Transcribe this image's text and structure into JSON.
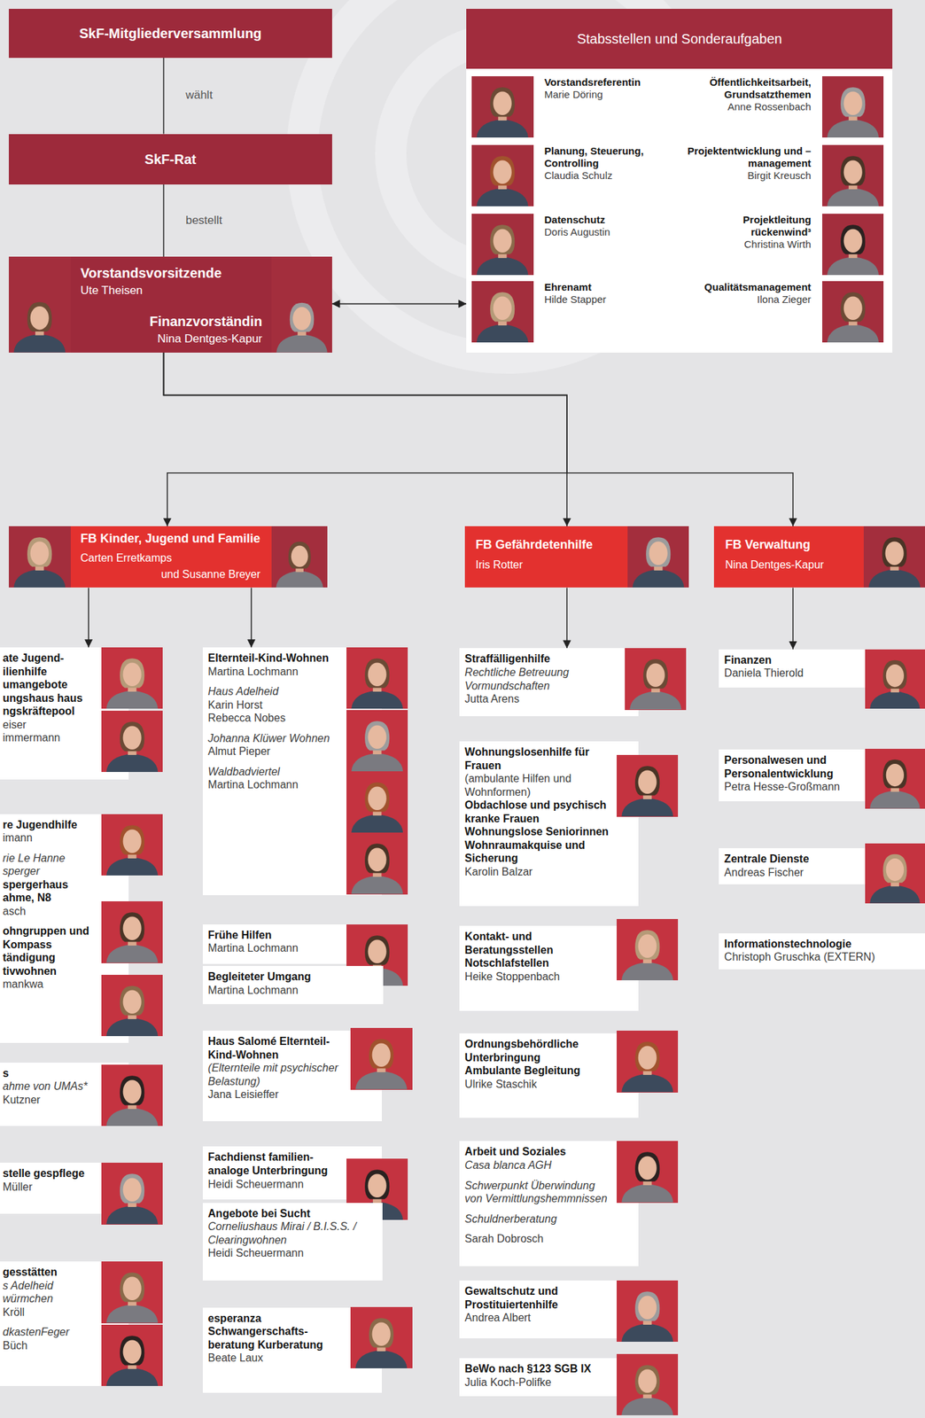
{
  "diagram": {
    "nodes": [
      {
        "text": [
          "SkF-Mitgliederversammlung"
        ]
      },
      {
        "text": [
          "SkF-Rat"
        ]
      },
      {
        "text": [
          "Vorstandsvorsitzende",
          "Ute Theisen",
          "Finanzvorständin",
          "Nina Dentges-Kapur"
        ]
      },
      {
        "text": [
          "Stabsstellen und Sonderaufgaben"
        ]
      },
      {
        "text": [
          "Vorstandsreferentin",
          "Marie Döring"
        ],
        "in": 3
      },
      {
        "text": [
          "Öffentlichkeitsarbeit, Grundsatzthemen",
          "Anne Rossenbach"
        ],
        "in": 3
      },
      {
        "text": [
          "Planung, Steuerung, Controlling",
          "Claudia Schulz"
        ],
        "in": 3
      },
      {
        "text": [
          "Projektentwicklung und –management",
          "Birgit Kreusch"
        ],
        "in": 3
      },
      {
        "text": [
          "Datenschutz",
          "Doris Augustin"
        ],
        "in": 3
      },
      {
        "text": [
          "Projektleitung rückenwind³",
          "Christina Wirth"
        ],
        "in": 3
      },
      {
        "text": [
          "Ehrenamt",
          "Hilde Stapper"
        ],
        "in": 3
      },
      {
        "text": [
          "Qualitätsmanagement",
          "Ilona Zieger"
        ],
        "in": 3
      },
      {
        "text": [
          "FB Kinder, Jugend und Familie",
          "Carten Erretkamps",
          "und Susanne Breyer"
        ]
      },
      {
        "text": [
          "FB Gefährdetenhilfe",
          "Iris Rotter"
        ]
      },
      {
        "text": [
          "FB Verwaltung",
          "Nina Dentges-Kapur"
        ]
      },
      {
        "text": [
          "ate Jugend- ilienhilfe umangebote ungshaus haus ngskräftepool",
          "eiser",
          "immermann"
        ]
      },
      {
        "text": [
          "re Jugendhilfe",
          "imann",
          "rie Le Hanne sperger",
          "spergerhaus ahme, N8",
          "asch",
          "ohngruppen und Kompass tändigung tivwohnen",
          "mankwa"
        ]
      },
      {
        "text": [
          "s",
          "ahme von UMAs*",
          "Kutzner"
        ]
      },
      {
        "text": [
          "stelle gespflege",
          "Müller"
        ]
      },
      {
        "text": [
          "gesstätten",
          "s Adelheid",
          "würmchen",
          "Kröll",
          "dkastenFeger",
          "Büch"
        ]
      },
      {
        "text": [
          "Elternteil-Kind-Wohnen",
          "Martina Lochmann",
          "Haus Adelheid",
          "Karin Horst",
          "Rebecca Nobes",
          "Johanna Klüwer Wohnen",
          "Almut Pieper",
          "Waldbadviertel",
          "Martina Lochmann"
        ]
      },
      {
        "text": [
          "Frühe Hilfen",
          "Martina Lochmann"
        ]
      },
      {
        "text": [
          "Begleiteter Umgang",
          "Martina Lochmann"
        ]
      },
      {
        "text": [
          "Haus Salomé Elternteil-Kind-Wohnen",
          "(Elternteile mit psychischer Belastung)",
          "Jana Leisieffer"
        ]
      },
      {
        "text": [
          "Fachdienst familien- analoge Unterbringung",
          "Heidi Scheuermann"
        ]
      },
      {
        "text": [
          "Angebote bei Sucht",
          "Corneliushaus Mirai / B.I.S.S. / Clearingwohnen",
          "Heidi Scheuermann"
        ]
      },
      {
        "text": [
          "esperanza Schwangerschafts- beratung Kurberatung",
          "Beate Laux"
        ]
      },
      {
        "text": [
          "Straffälligenhilfe",
          "Rechtliche Betreuung Vormundschaften",
          "Jutta Arens"
        ]
      },
      {
        "text": [
          "Wohnungslosenhilfe für Frauen",
          "(ambulante Hilfen und Wohnformen)",
          "Obdachlose und psychisch kranke Frauen",
          "Wohnungslose Seniorinnen",
          "Wohnraumakquise und Sicherung",
          "Karolin Balzar"
        ]
      },
      {
        "text": [
          "Kontakt- und Beratungsstellen",
          "Notschlafstellen",
          "Heike Stoppenbach"
        ]
      },
      {
        "text": [
          "Ordnungsbehördliche Unterbringung",
          "Ambulante Begleitung",
          "Ulrike Staschik"
        ]
      },
      {
        "text": [
          "Arbeit und Soziales",
          "Casa blanca AGH",
          "Schwerpunkt Überwindung von Vermittlungshemmnissen",
          "Schuldnerberatung",
          "Sarah Dobrosch"
        ]
      },
      {
        "text": [
          "Gewaltschutz und Prostituiertenhilfe",
          "Andrea Albert"
        ]
      },
      {
        "text": [
          "BeWo nach §123 SGB IX",
          "Julia Koch-Polifke"
        ]
      },
      {
        "text": [
          "Finanzen",
          "Daniela Thierold"
        ]
      },
      {
        "text": [
          "Personalwesen und Personalentwicklung",
          "Petra Hesse-Großmann"
        ]
      },
      {
        "text": [
          "Zentrale Dienste",
          "Andreas Fischer"
        ]
      },
      {
        "text": [
          "Informationstechnologie",
          "Christoph Gruschka (EXTERN)"
        ]
      }
    ],
    "edges": [
      {
        "from": 0,
        "to": 1,
        "label": "wählt",
        "arrow": "none"
      },
      {
        "from": 1,
        "to": 2,
        "label": "bestellt",
        "arrow": "none"
      },
      {
        "from": 2,
        "to": 3,
        "arrow": "both"
      },
      {
        "from": 2,
        "to": 12,
        "arrow": "to"
      },
      {
        "from": 2,
        "to": 13,
        "arrow": "to"
      },
      {
        "from": 2,
        "to": 14,
        "arrow": "to"
      },
      {
        "from": 12,
        "to": 15,
        "arrow": "to"
      },
      {
        "from": 12,
        "to": 20,
        "arrow": "to"
      },
      {
        "from": 13,
        "to": 27,
        "arrow": "to"
      },
      {
        "from": 14,
        "to": 34,
        "arrow": "to"
      }
    ]
  }
}
